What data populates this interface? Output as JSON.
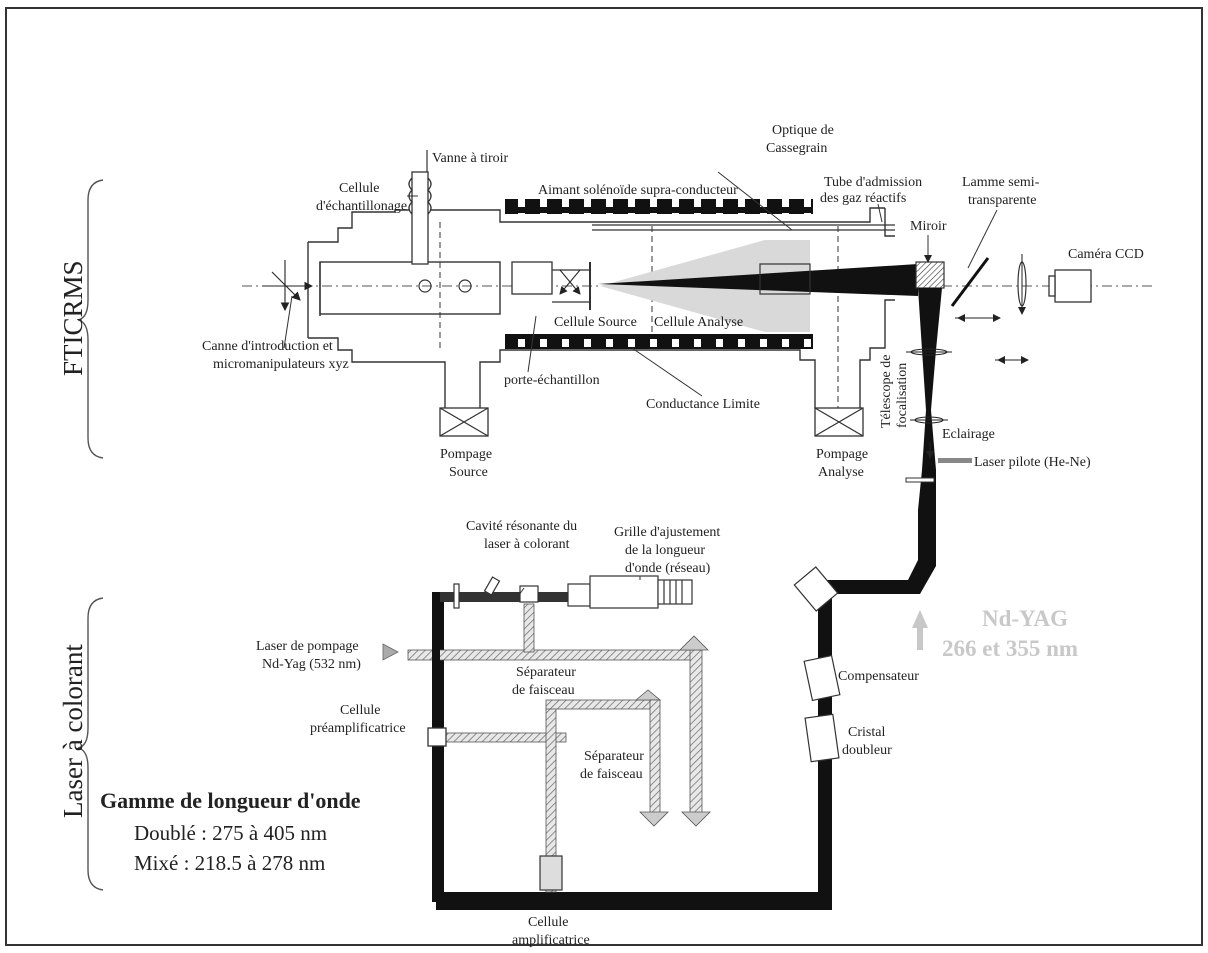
{
  "side_labels": {
    "fticrms": "FTICRMS",
    "dye_laser": "Laser à colorant"
  },
  "labels": {
    "vanne": "Vanne à tiroir",
    "cellule_echant_1": "Cellule",
    "cellule_echant_2": "d'échantillonage",
    "aimant": "Aimant solénoïde supra-conducteur",
    "optique_1": "Optique de",
    "optique_2": "Cassegrain",
    "tube_1": "Tube d'admission",
    "tube_2": "des gaz réactifs",
    "lamme_1": "Lamme semi-",
    "lamme_2": "transparente",
    "miroir": "Miroir",
    "camera": "Caméra CCD",
    "canne_1": "Canne d'introduction et",
    "canne_2": "micromanipulateurs xyz",
    "cell_source": "Cellule Source",
    "cell_analyse": "Cellule Analyse",
    "porte": "porte-échantillon",
    "conductance": "Conductance Limite",
    "telescope_1": "Télescope de",
    "telescope_2": "focalisation",
    "eclairage": "Eclairage",
    "laser_pilote": "Laser pilote (He-Ne)",
    "pompage_source_1": "Pompage",
    "pompage_source_2": "Source",
    "pompage_analyse_1": "Pompage",
    "pompage_analyse_2": "Analyse",
    "cavite_1": "Cavité résonante du",
    "cavite_2": "laser à colorant",
    "grille_1": "Grille d'ajustement",
    "grille_2": "de la longueur",
    "grille_3": "d'onde (réseau)",
    "pompage_laser_1": "Laser de pompage",
    "pompage_laser_2": "Nd-Yag (532 nm)",
    "sep1_1": "Séparateur",
    "sep1_2": "de faisceau",
    "sep2_1": "Séparateur",
    "sep2_2": "de faisceau",
    "preamp_1": "Cellule",
    "preamp_2": "préamplificatrice",
    "compensateur": "Compensateur",
    "cristal_1": "Cristal",
    "cristal_2": "doubleur",
    "ampli_1": "Cellule",
    "ampli_2": "amplificatrice",
    "yag_1": "Nd-YAG",
    "yag_2": "266 et 355 nm"
  },
  "wavelength_range": {
    "title": "Gamme de longueur d'onde",
    "doubled": "Doublé : 275 à 405 nm",
    "mixed": "Mixé : 218.5 à 278 nm"
  }
}
